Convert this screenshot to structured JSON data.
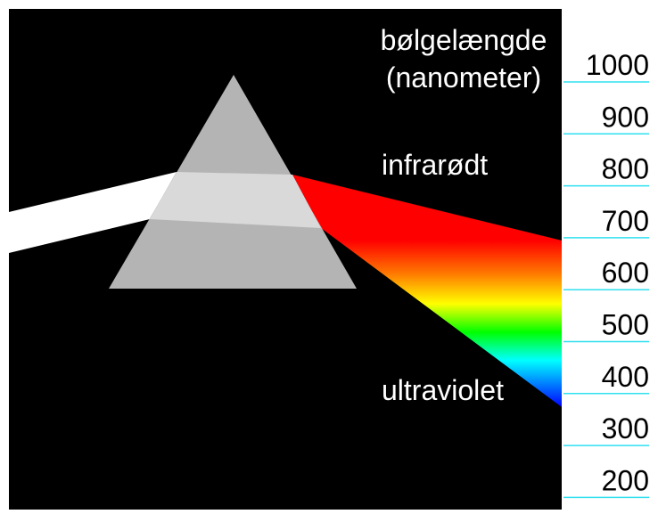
{
  "heading": {
    "line1": "bølgelængde",
    "line2": "(nanometer)"
  },
  "labels": {
    "infrared": "infrarødt",
    "ultraviolet": "ultraviolet"
  },
  "scale": {
    "ticks": [
      "1000",
      "900",
      "800",
      "700",
      "600",
      "500",
      "400",
      "300",
      "200"
    ],
    "tick_color": "#2fe0f0"
  },
  "colors": {
    "background": "#000000",
    "prism": "#b4b4b4",
    "beam": "#ffffff",
    "spectrum": [
      "#ff0000",
      "#ff7a00",
      "#ffff00",
      "#00ff00",
      "#0000ff"
    ]
  }
}
